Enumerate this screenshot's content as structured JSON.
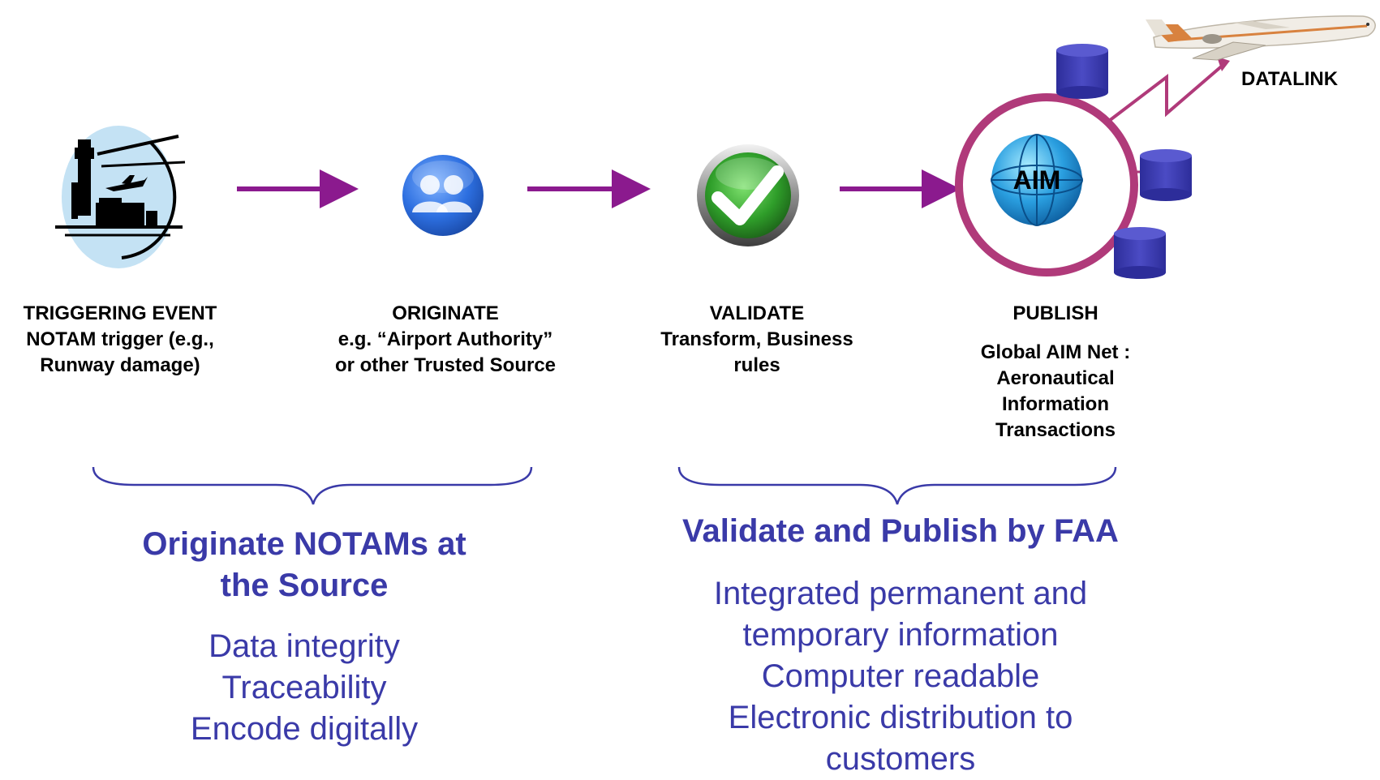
{
  "datalink_label": "DATALINK",
  "aim_badge": "AIM",
  "steps": [
    {
      "title": "TRIGGERING EVENT",
      "lines": [
        "NOTAM trigger (e.g.,",
        "Runway damage)"
      ],
      "icon": "airport-tower-icon"
    },
    {
      "title": "ORIGINATE",
      "lines": [
        "e.g. “Airport Authority”",
        "or other Trusted Source"
      ],
      "icon": "users-icon"
    },
    {
      "title": "VALIDATE",
      "lines": [
        "Transform, Business",
        "rules"
      ],
      "icon": "checkmark-icon"
    },
    {
      "title": "PUBLISH",
      "lines": [
        "Global AIM Net :",
        "Aeronautical",
        "Information",
        "Transactions"
      ],
      "icon": "globe-icon"
    }
  ],
  "groups": [
    {
      "title_lines": [
        "Originate NOTAMs at",
        "the Source"
      ],
      "items": [
        "Data integrity",
        "Traceability",
        "Encode digitally"
      ]
    },
    {
      "title_lines": [
        "Validate and Publish by FAA"
      ],
      "items": [
        "Integrated permanent and",
        "temporary information",
        "Computer readable",
        "Electronic distribution to",
        "customers"
      ]
    }
  ],
  "colors": {
    "arrow": "#8b1a8e",
    "ring": "#b03a7a",
    "heading": "#3a3aa8",
    "brace": "#3a3aa8",
    "database": "#3c3cb0"
  }
}
